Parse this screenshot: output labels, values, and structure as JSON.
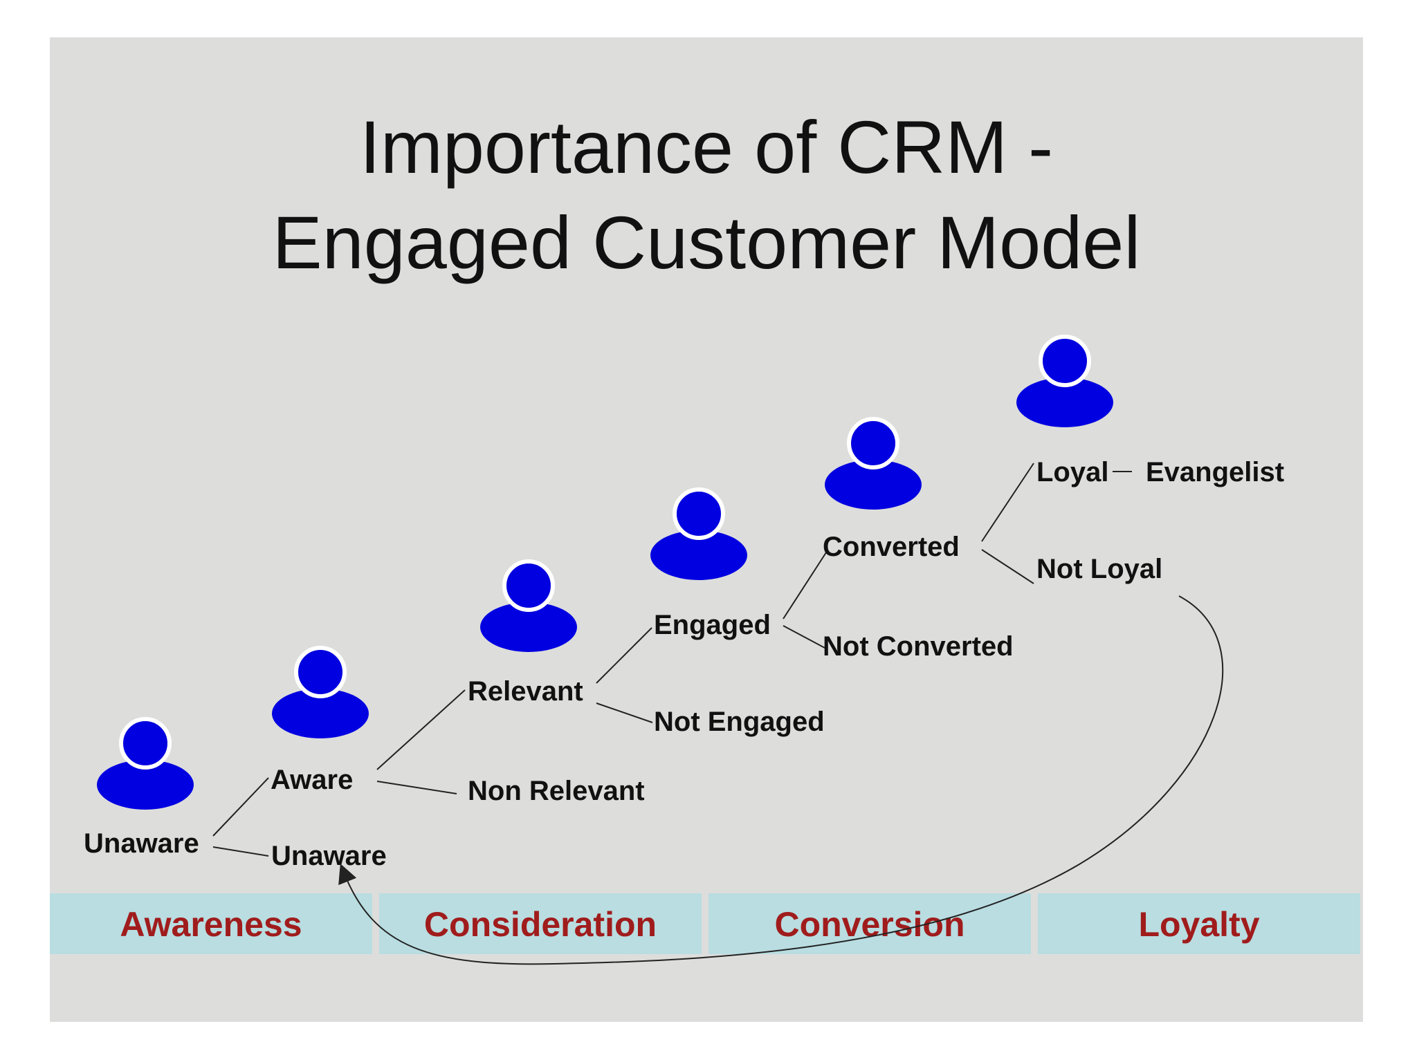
{
  "title": {
    "line1": "Importance of CRM -",
    "line2": "Engaged Customer Model"
  },
  "nodes": {
    "unaware_root": "Unaware",
    "aware": "Aware",
    "unaware_branch": "Unaware",
    "relevant": "Relevant",
    "non_relevant": "Non Relevant",
    "engaged": "Engaged",
    "not_engaged": "Not Engaged",
    "converted": "Converted",
    "not_converted": "Not Converted",
    "loyal": "Loyal",
    "not_loyal": "Not Loyal",
    "evangelist": "Evangelist"
  },
  "stages": [
    "Awareness",
    "Consideration",
    "Conversion",
    "Loyalty"
  ],
  "colors": {
    "slide_background": "#dddddc",
    "person_icon": "#0000e0",
    "stage_band": "#b9dde1",
    "stage_text": "#a01c1c"
  },
  "icons": [
    "person-icon"
  ]
}
